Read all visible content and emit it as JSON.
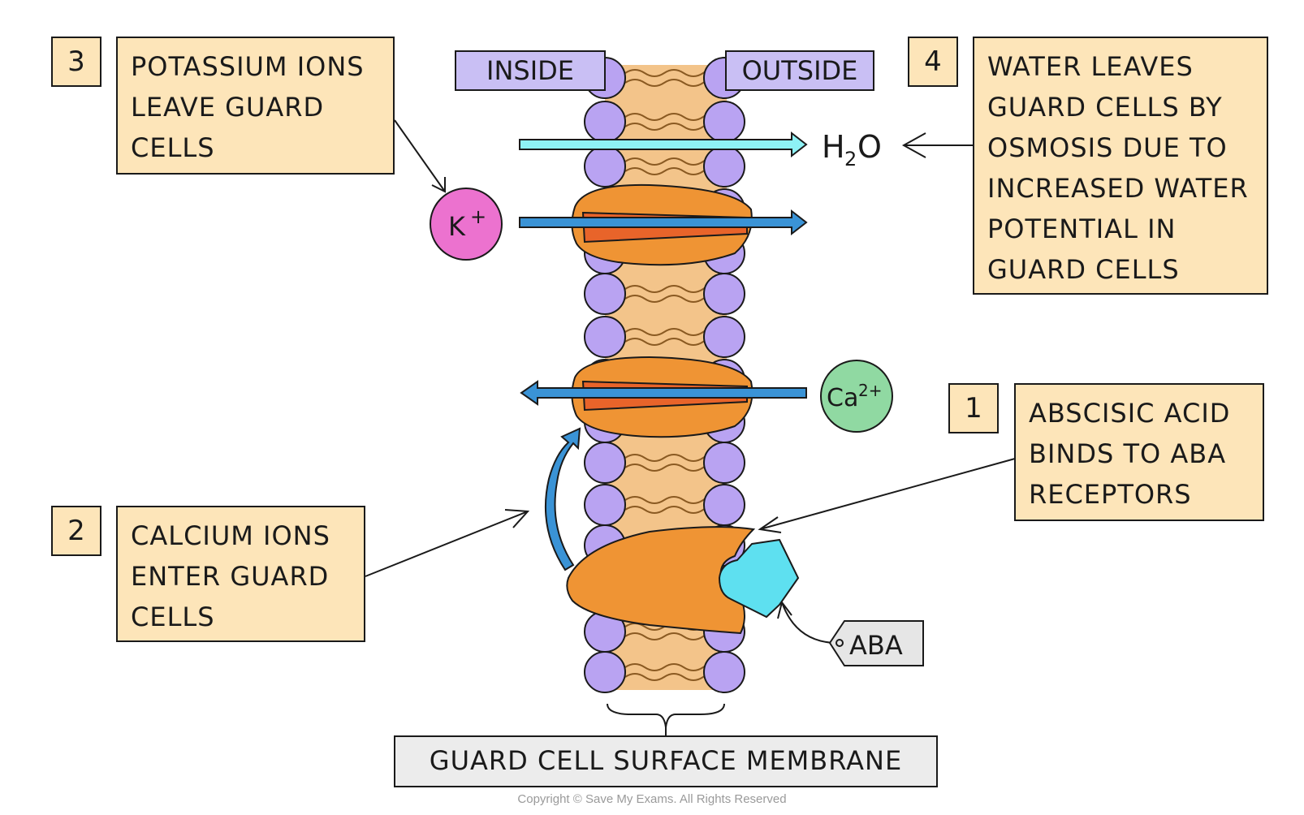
{
  "labels": {
    "inside": "INSIDE",
    "outside": "OUTSIDE",
    "membrane": "GUARD CELL SURFACE MEMBRANE",
    "aba_tag": "ABA",
    "h2o_h": "H",
    "h2o_sub": "2",
    "h2o_o": "O",
    "k_base": "K",
    "k_charge": "+",
    "ca_base": "Ca",
    "ca_charge": "2+"
  },
  "steps": [
    {
      "number": "1",
      "text": "ABSCISIC ACID\nBINDS TO ABA\nRECEPTORS"
    },
    {
      "number": "2",
      "text": "CALCIUM IONS\nENTER GUARD\nCELLS"
    },
    {
      "number": "3",
      "text": "POTASSIUM IONS\nLEAVE GUARD\nCELLS"
    },
    {
      "number": "4",
      "text": "WATER LEAVES\nGUARD CELLS BY\nOSMOSIS DUE TO\nINCREASED WATER\nPOTENTIAL IN\nGUARD CELLS"
    }
  ],
  "copyright": "Copyright © Save My Exams. All Rights Reserved",
  "colors": {
    "box_fill": "#fde5b9",
    "phospholipid_head": "#b9a3f2",
    "tail_fill": "#f3c48a",
    "protein": "#ef9434",
    "protein_inner": "#e8642a",
    "receptor": "#ef9434",
    "aba": "#5ee0f0",
    "water_arrow": "#8ef2f5",
    "ion_arrow": "#3a93d6",
    "potassium": "#ec72cf",
    "calcium": "#90d9a2"
  }
}
